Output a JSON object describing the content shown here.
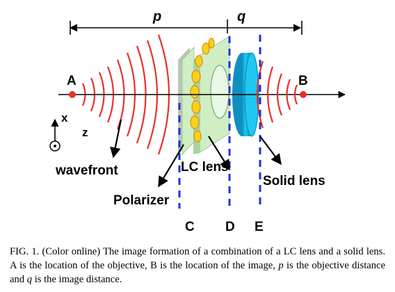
{
  "figure": {
    "labels": {
      "p": "p",
      "q": "q",
      "point_a": "A",
      "point_b": "B",
      "axis_x": "x",
      "axis_z": "z",
      "wavefront": "wavefront",
      "lc_lens": "LC lens",
      "solid_lens": "Solid lens",
      "polarizer": "Polarizer",
      "plane_c": "C",
      "plane_d": "D",
      "plane_e": "E"
    },
    "colors": {
      "wave": "#e8302a",
      "point": "#e8302a",
      "dash": "#2233cc",
      "solid_lens": "#1ec8f0",
      "solid_lens_dark": "#0f8fc0",
      "lc_plate": "#cfeec4",
      "lc_plate_dark": "#9fc89a",
      "droplet": "#f6d21a",
      "droplet_edge": "#e08a12"
    }
  },
  "caption": {
    "lead": "FIG. 1. (Color online) The image formation of a combination of a LC lens and a solid lens. A is the location of the objective, B is the location of the image,",
    "p": "p",
    "mid": "is the objective distance and",
    "q": "q",
    "tail": "is the image distance."
  }
}
